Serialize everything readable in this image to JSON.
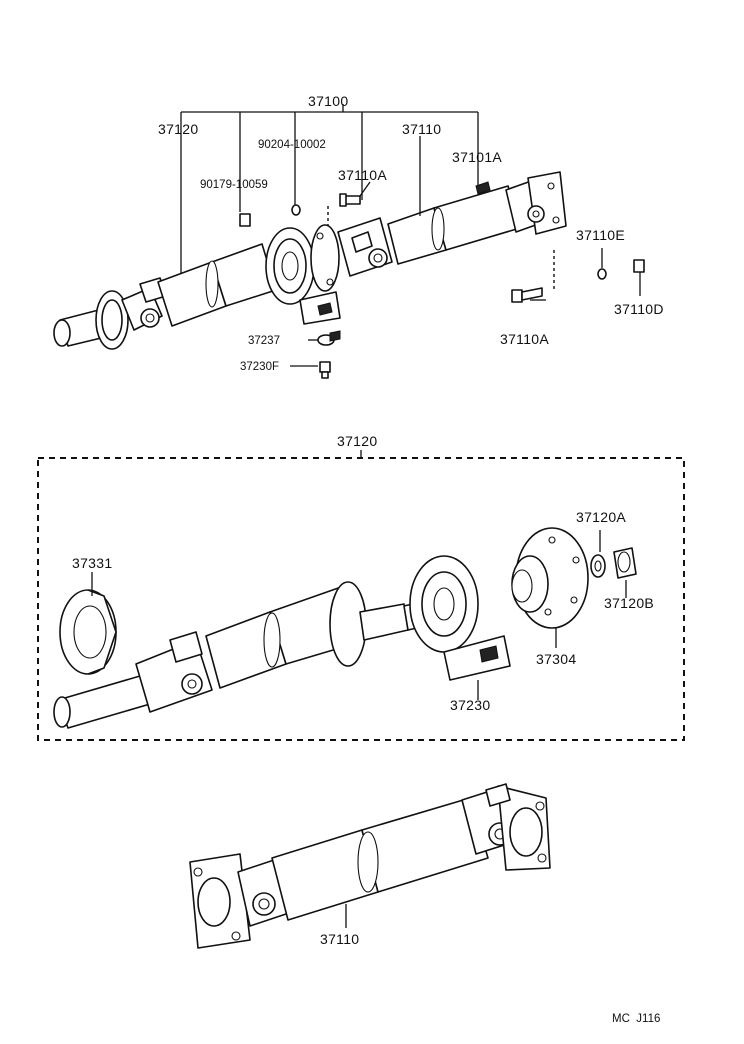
{
  "diagram": {
    "labels": {
      "l37100": "37100",
      "l37120_top": "37120",
      "l37110_top": "37110",
      "l90204": "90204-10002",
      "l37110A_top": "37110A",
      "l37101A": "37101A",
      "l90179": "90179-10059",
      "l37110E": "37110E",
      "l37110D": "37110D",
      "l37110A_bottom": "37110A",
      "l37237": "37237",
      "l37230F": "37230F",
      "l37120_mid": "37120",
      "l37331": "37331",
      "l37120A": "37120A",
      "l37120B": "37120B",
      "l37304": "37304",
      "l37230": "37230",
      "l37110_bottom": "37110",
      "ref_code": "MC  J116"
    }
  }
}
